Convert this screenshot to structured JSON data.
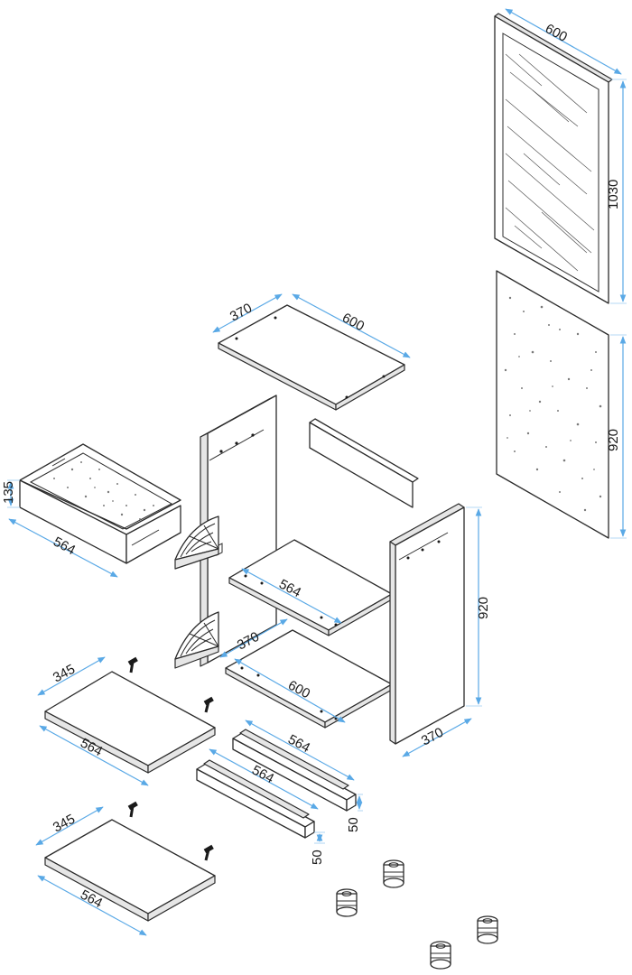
{
  "colors": {
    "dimension_line": "#5aa9e6",
    "outline": "#2b2b2b",
    "background": "#ffffff"
  },
  "dimensions": {
    "mirror_width": "600",
    "mirror_height": "1030",
    "back_panel_height": "920",
    "top_depth": "370",
    "top_width": "600",
    "drawer_height": "135",
    "drawer_width": "564",
    "middle_shelf_width": "564",
    "bottom_shelf_depth": "370",
    "bottom_shelf_width": "600",
    "side_height": "920",
    "side_depth": "370",
    "door1_depth": "345",
    "door1_width": "564",
    "rail1_length": "564",
    "rail1_height": "50",
    "rail2_length": "564",
    "rail2_height": "50",
    "door2_depth": "345",
    "door2_width": "564"
  }
}
